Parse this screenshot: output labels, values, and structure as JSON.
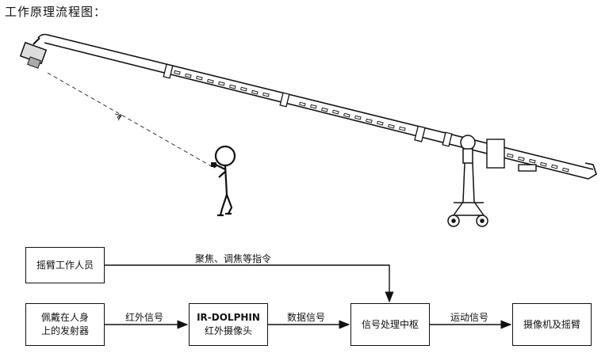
{
  "title": "工作原理流程图：",
  "boxes": {
    "operator": "摇臂工作人员",
    "emitter_line1": "佩戴在人身",
    "emitter_line2": "上的发射器",
    "camera_line1": "IR-DOLPHIN",
    "camera_line2": "红外摄像头",
    "hub": "信号处理中枢",
    "output": "摄像机及摇臂"
  },
  "labels": {
    "focus": "聚焦、调焦等指令",
    "infrared": "红外信号",
    "data": "数据信号",
    "motion": "运动信号"
  },
  "colors": {
    "line": "#111111",
    "background": "#ffffff"
  }
}
